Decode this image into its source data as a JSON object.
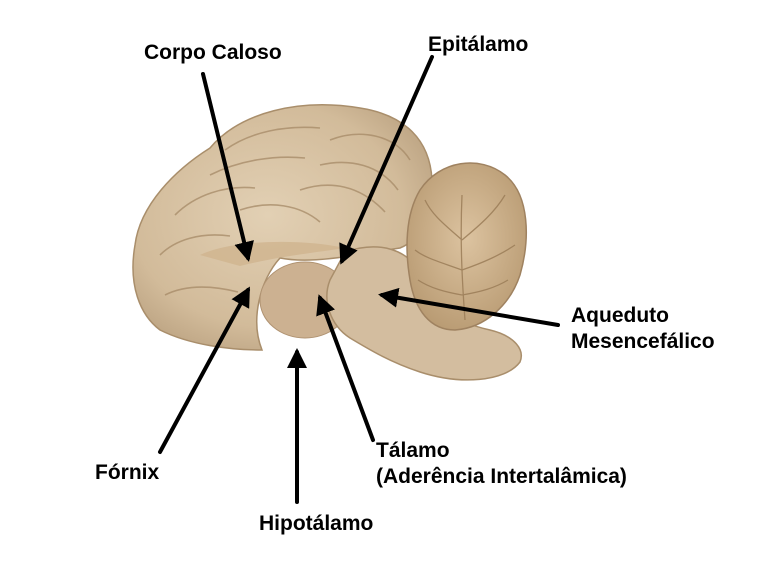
{
  "labels": {
    "corpo_caloso": "Corpo Caloso",
    "epitalamo": "Epitálamo",
    "aqueduto_line1": "Aqueduto",
    "aqueduto_line2": "Mesencefálico",
    "talamo_line1": "Tálamo",
    "talamo_line2": "(Aderência Intertalâmica)",
    "fornix": "Fórnix",
    "hipotalamo": "Hipotálamo"
  },
  "colors": {
    "cerebrum": "#d8c3a4",
    "cerebrum_shadow": "#b79f80",
    "cerebellum": "#cdb08a",
    "brainstem": "#d4bea0",
    "arrow": "#000000"
  }
}
